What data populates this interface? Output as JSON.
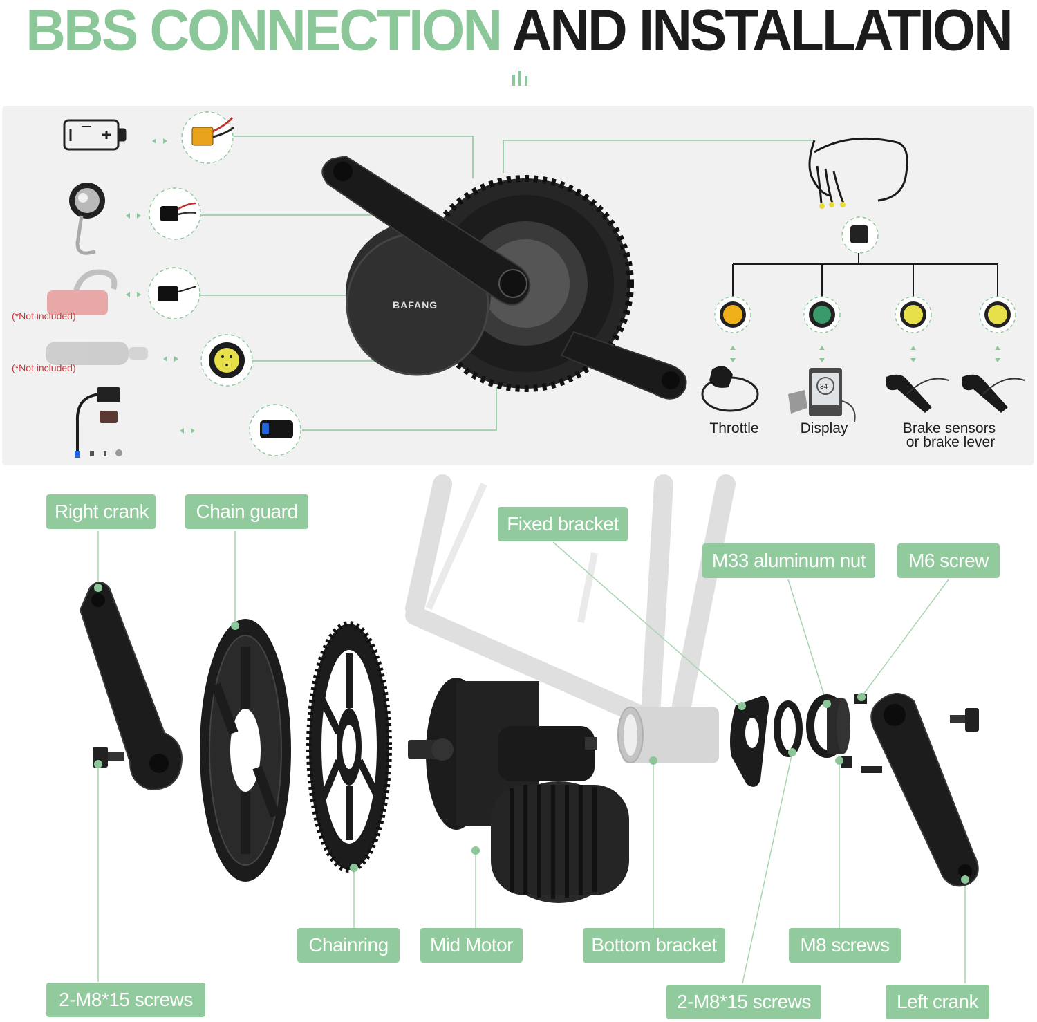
{
  "title": {
    "part1": "BBS CONNECTION",
    "part2": "AND INSTALLATION"
  },
  "colors": {
    "accent": "#8cc79a",
    "pill": "#91ca9c",
    "dark": "#1c1c1c",
    "note": "#c43a3a"
  },
  "connection": {
    "left_items": [
      {
        "icon": "battery-icon"
      },
      {
        "icon": "headlight-icon"
      },
      {
        "icon": "taillight-icon",
        "note": "(*Not included)"
      },
      {
        "icon": "gear-sensor-icon",
        "note": "(*Not included)"
      },
      {
        "icon": "speed-sensor-icon"
      }
    ],
    "motor_brand": "BAFANG",
    "right_items": {
      "throttle": "Throttle",
      "display": "Display",
      "display_value": "34",
      "brake_line1": "Brake sensors",
      "brake_line2": "or brake lever"
    }
  },
  "installation": {
    "right_crank": "Right crank",
    "chain_guard": "Chain guard",
    "fixed_bracket": "Fixed bracket",
    "m33_nut": "M33 aluminum nut",
    "m6_screw": "M6 screw",
    "chainring": "Chainring",
    "mid_motor": "Mid Motor",
    "bottom_bracket": "Bottom bracket",
    "m8_screws": "M8 screws",
    "screws_left": "2-M8*15 screws",
    "screws_right": "2-M8*15 screws",
    "left_crank": "Left crank"
  }
}
